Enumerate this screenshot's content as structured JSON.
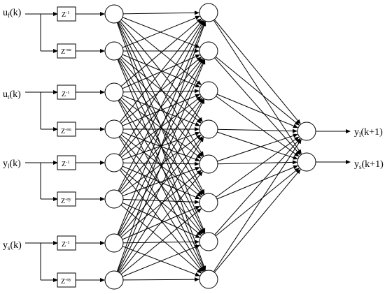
{
  "inputs": [
    {
      "base": "u",
      "sub": "f",
      "tail": "(k)"
    },
    {
      "base": "u",
      "sub": "t",
      "tail": "(k)"
    },
    {
      "base": "y",
      "sub": "l",
      "tail": "(k)"
    },
    {
      "base": "y",
      "sub": "s",
      "tail": "(k)"
    }
  ],
  "delays": [
    {
      "base": "Z",
      "sup": "-1"
    },
    {
      "base": "Z",
      "sup": "-nu"
    },
    {
      "base": "Z",
      "sup": "-1"
    },
    {
      "base": "Z",
      "sup": "-nu"
    },
    {
      "base": "Z",
      "sup": "-1"
    },
    {
      "base": "Z",
      "sup": "-ny"
    },
    {
      "base": "Z",
      "sup": "-1"
    },
    {
      "base": "Z",
      "sup": "-ny"
    }
  ],
  "outputs": [
    {
      "base": "y",
      "sub": "l",
      "tail": "(k+1)"
    },
    {
      "base": "y",
      "sub": "s",
      "tail": "(k+1)"
    }
  ],
  "colors": {
    "stroke": "#000000",
    "background": "#ffffff"
  }
}
